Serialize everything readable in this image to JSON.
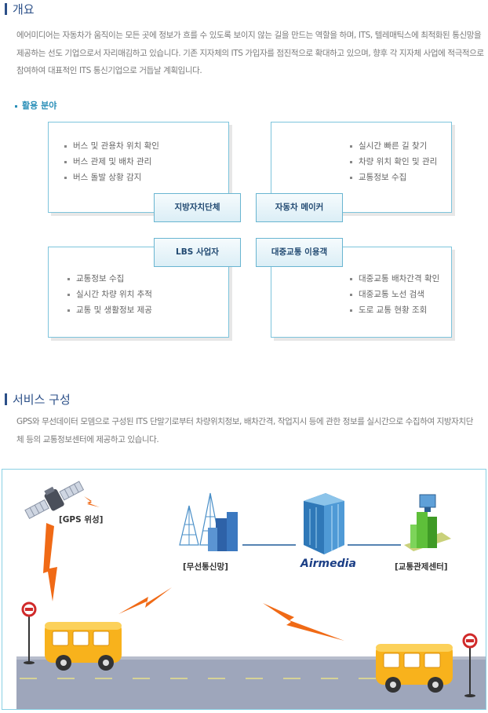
{
  "overview": {
    "title": "개요",
    "text": "에어미디어는 자동차가 움직이는 모든 곳에 정보가 흐를 수 있도록 보이지 않는 길을 만드는 역할을 하며, ITS, 텔레매틱스에 최적화된 통신망을 제공하는 선도 기업으로서 자리매김하고 있습니다. 기존 지자체의 ITS 가입자를 점진적으로 확대하고 있으며, 향후 각 지자체 사업에 적극적으로 참여하여 대표적인 ITS 통신기업으로 거듭날 계획입니다."
  },
  "fields": {
    "title": "활용 분야",
    "boxes": [
      {
        "label": "지방자치단체",
        "items": [
          "버스 및 관용차 위치 확인",
          "버스 관제 및 배차 관리",
          "버스 돌발 상황 감지"
        ]
      },
      {
        "label": "자동차 메이커",
        "items": [
          "실시간 빠른 길 찾기",
          "차량 위치 확인 및 관리",
          "교통정보 수집"
        ]
      },
      {
        "label": "LBS 사업자",
        "items": [
          "교통정보 수집",
          "실시간 차량 위치 추적",
          "교통 및 생활정보 제공"
        ]
      },
      {
        "label": "대중교통 이용객",
        "items": [
          "대중교통 배차간격 확인",
          "대중교통 노선 검색",
          "도로 교통 현황 조회"
        ]
      }
    ]
  },
  "service": {
    "title": "서비스 구성",
    "text": "GPS와 무선데이터 모뎀으로 구성된 ITS 단말기로부터 차량위치정보, 배차간격, 작업지시 등에 관한 정보를 실시간으로 수집하여 지방자치단체 등의 교통정보센터에 제공하고 있습니다.",
    "diagram": {
      "gps_label": "[GPS 위성]",
      "network_label": "[무선통신망]",
      "brand": "Airmedia",
      "center_label": "[교통관제센터]"
    }
  },
  "colors": {
    "accent": "#2b4f88",
    "sub_accent": "#2a8fb8",
    "box_border": "#7dc4dc",
    "road": "#9aa3b8",
    "lightning": "#f06a16",
    "bus": "#f8b21c"
  }
}
